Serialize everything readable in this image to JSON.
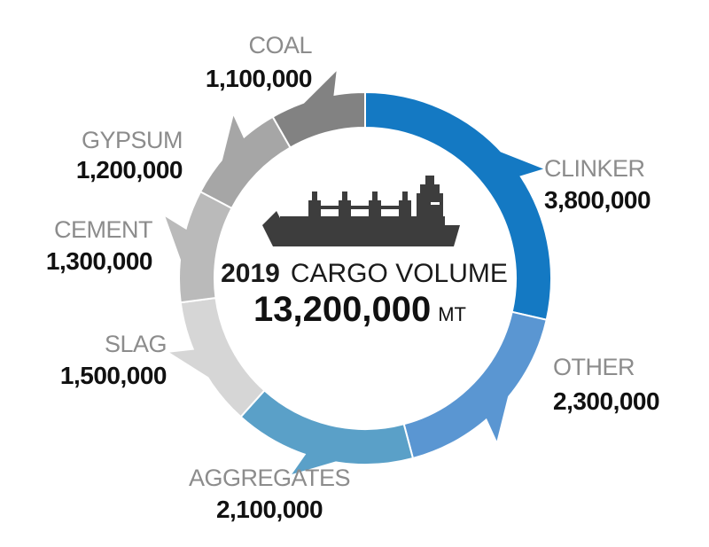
{
  "chart_data": {
    "type": "pie",
    "donut": true,
    "title_year": "2019",
    "title_label": "CARGO VOLUME",
    "total": "13,200,000",
    "unit": "MT",
    "icon": "cargo-ship-icon",
    "colors": {
      "ship": "#3d3d3d",
      "slices": [
        "#1479c3",
        "#5a96d2",
        "#5aa0c8",
        "#d6d6d6",
        "#bababa",
        "#a6a6a6",
        "#828282"
      ]
    },
    "slices": [
      {
        "name": "CLINKER",
        "value": 3800000,
        "label": "3,800,000"
      },
      {
        "name": "OTHER",
        "value": 2300000,
        "label": "2,300,000"
      },
      {
        "name": "AGGREGATES",
        "value": 2100000,
        "label": "2,100,000"
      },
      {
        "name": "SLAG",
        "value": 1500000,
        "label": "1,500,000"
      },
      {
        "name": "CEMENT",
        "value": 1300000,
        "label": "1,300,000"
      },
      {
        "name": "GYPSUM",
        "value": 1200000,
        "label": "1,200,000"
      },
      {
        "name": "COAL",
        "value": 1100000,
        "label": "1,100,000"
      }
    ]
  }
}
